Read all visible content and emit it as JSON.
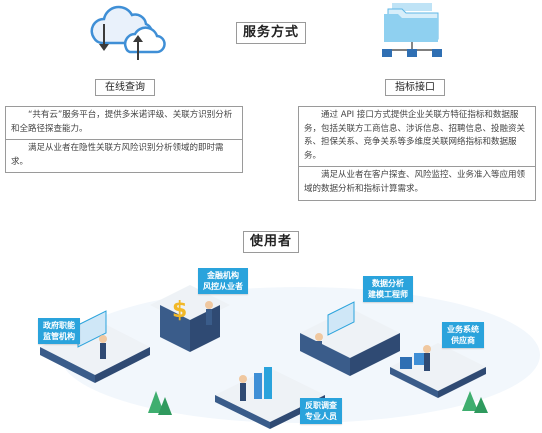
{
  "service_section": {
    "title": "服务方式",
    "online": {
      "label": "在线查询",
      "icon": "cloud-sync-icon",
      "paragraphs": [
        "“共有云”服务平台，提供多米诺评级、关联方识别分析和全路径探查能力。",
        "满足从业者在隐性关联方风险识别分析领域的即时需求。"
      ]
    },
    "api": {
      "label": "指标接口",
      "icon": "folder-network-icon",
      "paragraphs": [
        "通过 API 接口方式提供企业关联方特征指标和数据服务，包括关联方工商信息、涉诉信息、招聘信息、投融资关系、担保关系、竞争关系等多维度关联网络指标和数据服务。",
        "满足从业者在客户探查、风险监控、业务准入等应用领域的数据分析和指标计算需求。"
      ]
    }
  },
  "users_section": {
    "title": "使用者",
    "users": [
      {
        "line1": "政府职能",
        "line2": "监管机构"
      },
      {
        "line1": "金融机构",
        "line2": "风控从业者"
      },
      {
        "line1": "反职调查",
        "line2": "专业人员"
      },
      {
        "line1": "数据分析",
        "line2": "建模工程师"
      },
      {
        "line1": "业务系统",
        "line2": "供应商"
      }
    ]
  },
  "colors": {
    "accent_blue": "#2aa3dc",
    "platform_top": "#eef2f6",
    "platform_side": "#2f4a73",
    "tree_green": "#3fae6f",
    "border_gray": "#9a9a9a"
  }
}
